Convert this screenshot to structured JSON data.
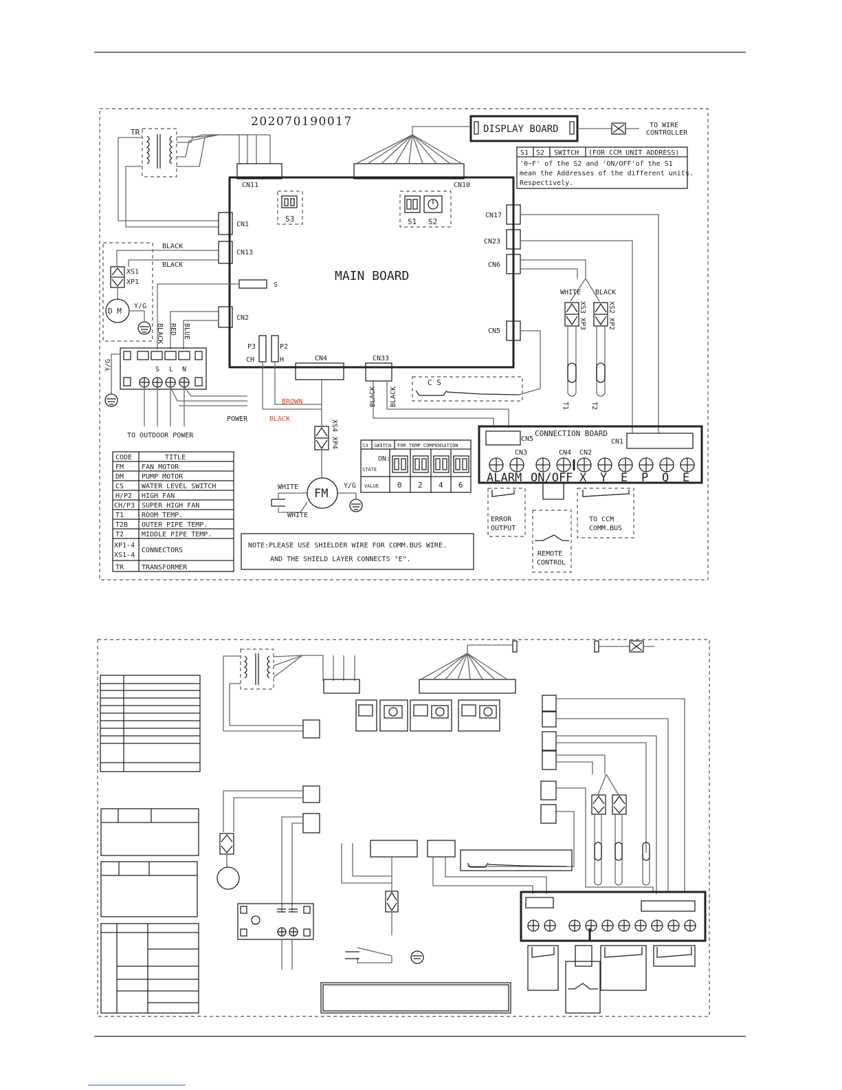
{
  "doc_code": "202070190017",
  "display_board": "DISPLAY BOARD",
  "to_wire_controller": [
    "TO WIRE",
    "CONTROLLER"
  ],
  "main_board": "MAIN BOARD",
  "connection_board": "CONNECTION BOARD",
  "connectors": {
    "cn1": "CN1",
    "cn2": "CN2",
    "cn4": "CN4",
    "cn5": "CN5",
    "cn6": "CN6",
    "cn10": "CN10",
    "cn11": "CN11",
    "cn13": "CN13",
    "cn17": "CN17",
    "cn23": "CN23",
    "cn33": "CN33",
    "s": "S",
    "s1": "S1",
    "s2": "S2",
    "s3": "S3",
    "p3": "P3",
    "p2": "P2",
    "ch": "CH",
    "h": "H",
    "cb_cn5": "CN5",
    "cb_cn1": "CN1",
    "cb_cn3": "CN3",
    "cb_cn4": "CN4",
    "cb_cn2": "CN2"
  },
  "switch_table": {
    "header": [
      "S1",
      "S2",
      "SWITCH",
      "(FOR CCM UNIT ADDRESS)"
    ],
    "lines": [
      "'0~F' of the S2 and 'ON/OFF'of the S1",
      "mean the Addresses of the different units.",
      "Respectively."
    ]
  },
  "wire_labels": {
    "black1": "BLACK",
    "black2": "BLACK",
    "yg1": "Y/G",
    "yg2": "Y/G",
    "yg3": "Y/G",
    "black_v": "BLACK",
    "red_v": "RED",
    "blue_v": "BLUE",
    "brown": "BROWN",
    "black_red": "BLACK",
    "cn33_black1": "BLACK",
    "cn33_black2": "BLACK",
    "white": "WHITE",
    "black": "BLACK",
    "white1": "WHITE",
    "white2": "WHITE"
  },
  "components": {
    "tr": "TR",
    "xs1": "XS1",
    "xp1": "XP1",
    "dm": "D M",
    "fm": "FM",
    "xs3": "XS3",
    "xp3": "XP3",
    "xs2": "XS2",
    "xp2": "XP2",
    "xs4": "XS4",
    "xp4": "XP4",
    "t1": "T1",
    "t2": "T2",
    "cs": "C S"
  },
  "terminal_labels": [
    "S",
    "L",
    "N"
  ],
  "power": "POWER",
  "to_outdoor_power": "TO OUTDOOR POWER",
  "temp_comp": {
    "header": [
      "S3",
      "SWITCH",
      "FOR TEMP COMPENSATION"
    ],
    "state": "STATE",
    "on": "ON:",
    "value_label": "VALUE",
    "values": [
      "0",
      "2",
      "4",
      "6"
    ]
  },
  "terminals_cb": [
    "ALARM",
    "ON/OFF",
    "X",
    "Y",
    "E",
    "P",
    "Q",
    "E"
  ],
  "outputs": {
    "error_output": [
      "ERROR",
      "OUTPUT"
    ],
    "remote_control": [
      "REMOTE",
      "CONTROL"
    ],
    "to_ccm": [
      "TO CCM",
      "COMM.BUS"
    ]
  },
  "note": [
    "NOTE:PLEASE USE SHIELDER WIRE FOR COMM.BUS WIRE.",
    "AND THE SHIELD LAYER CONNECTS \"E\"."
  ],
  "legend": {
    "header": [
      "CODE",
      "TITLE"
    ],
    "rows": [
      [
        "FM",
        "FAN MOTOR"
      ],
      [
        "DM",
        "PUMP MOTOR"
      ],
      [
        "CS",
        "WATER LEVEL SWITCH"
      ],
      [
        "H/P2",
        "HIGH FAN"
      ],
      [
        "CH/P3",
        "SUPER HIGH FAN"
      ],
      [
        "T1",
        "ROOM TEMP."
      ],
      [
        "T2B",
        "OUTER PIPE TEMP."
      ],
      [
        "T2",
        "MIDDLE PIPE TEMP."
      ],
      [
        "XP1-4\nXS1-4",
        "CONNECTORS"
      ],
      [
        "TR",
        "TRANSFORMER"
      ]
    ]
  }
}
